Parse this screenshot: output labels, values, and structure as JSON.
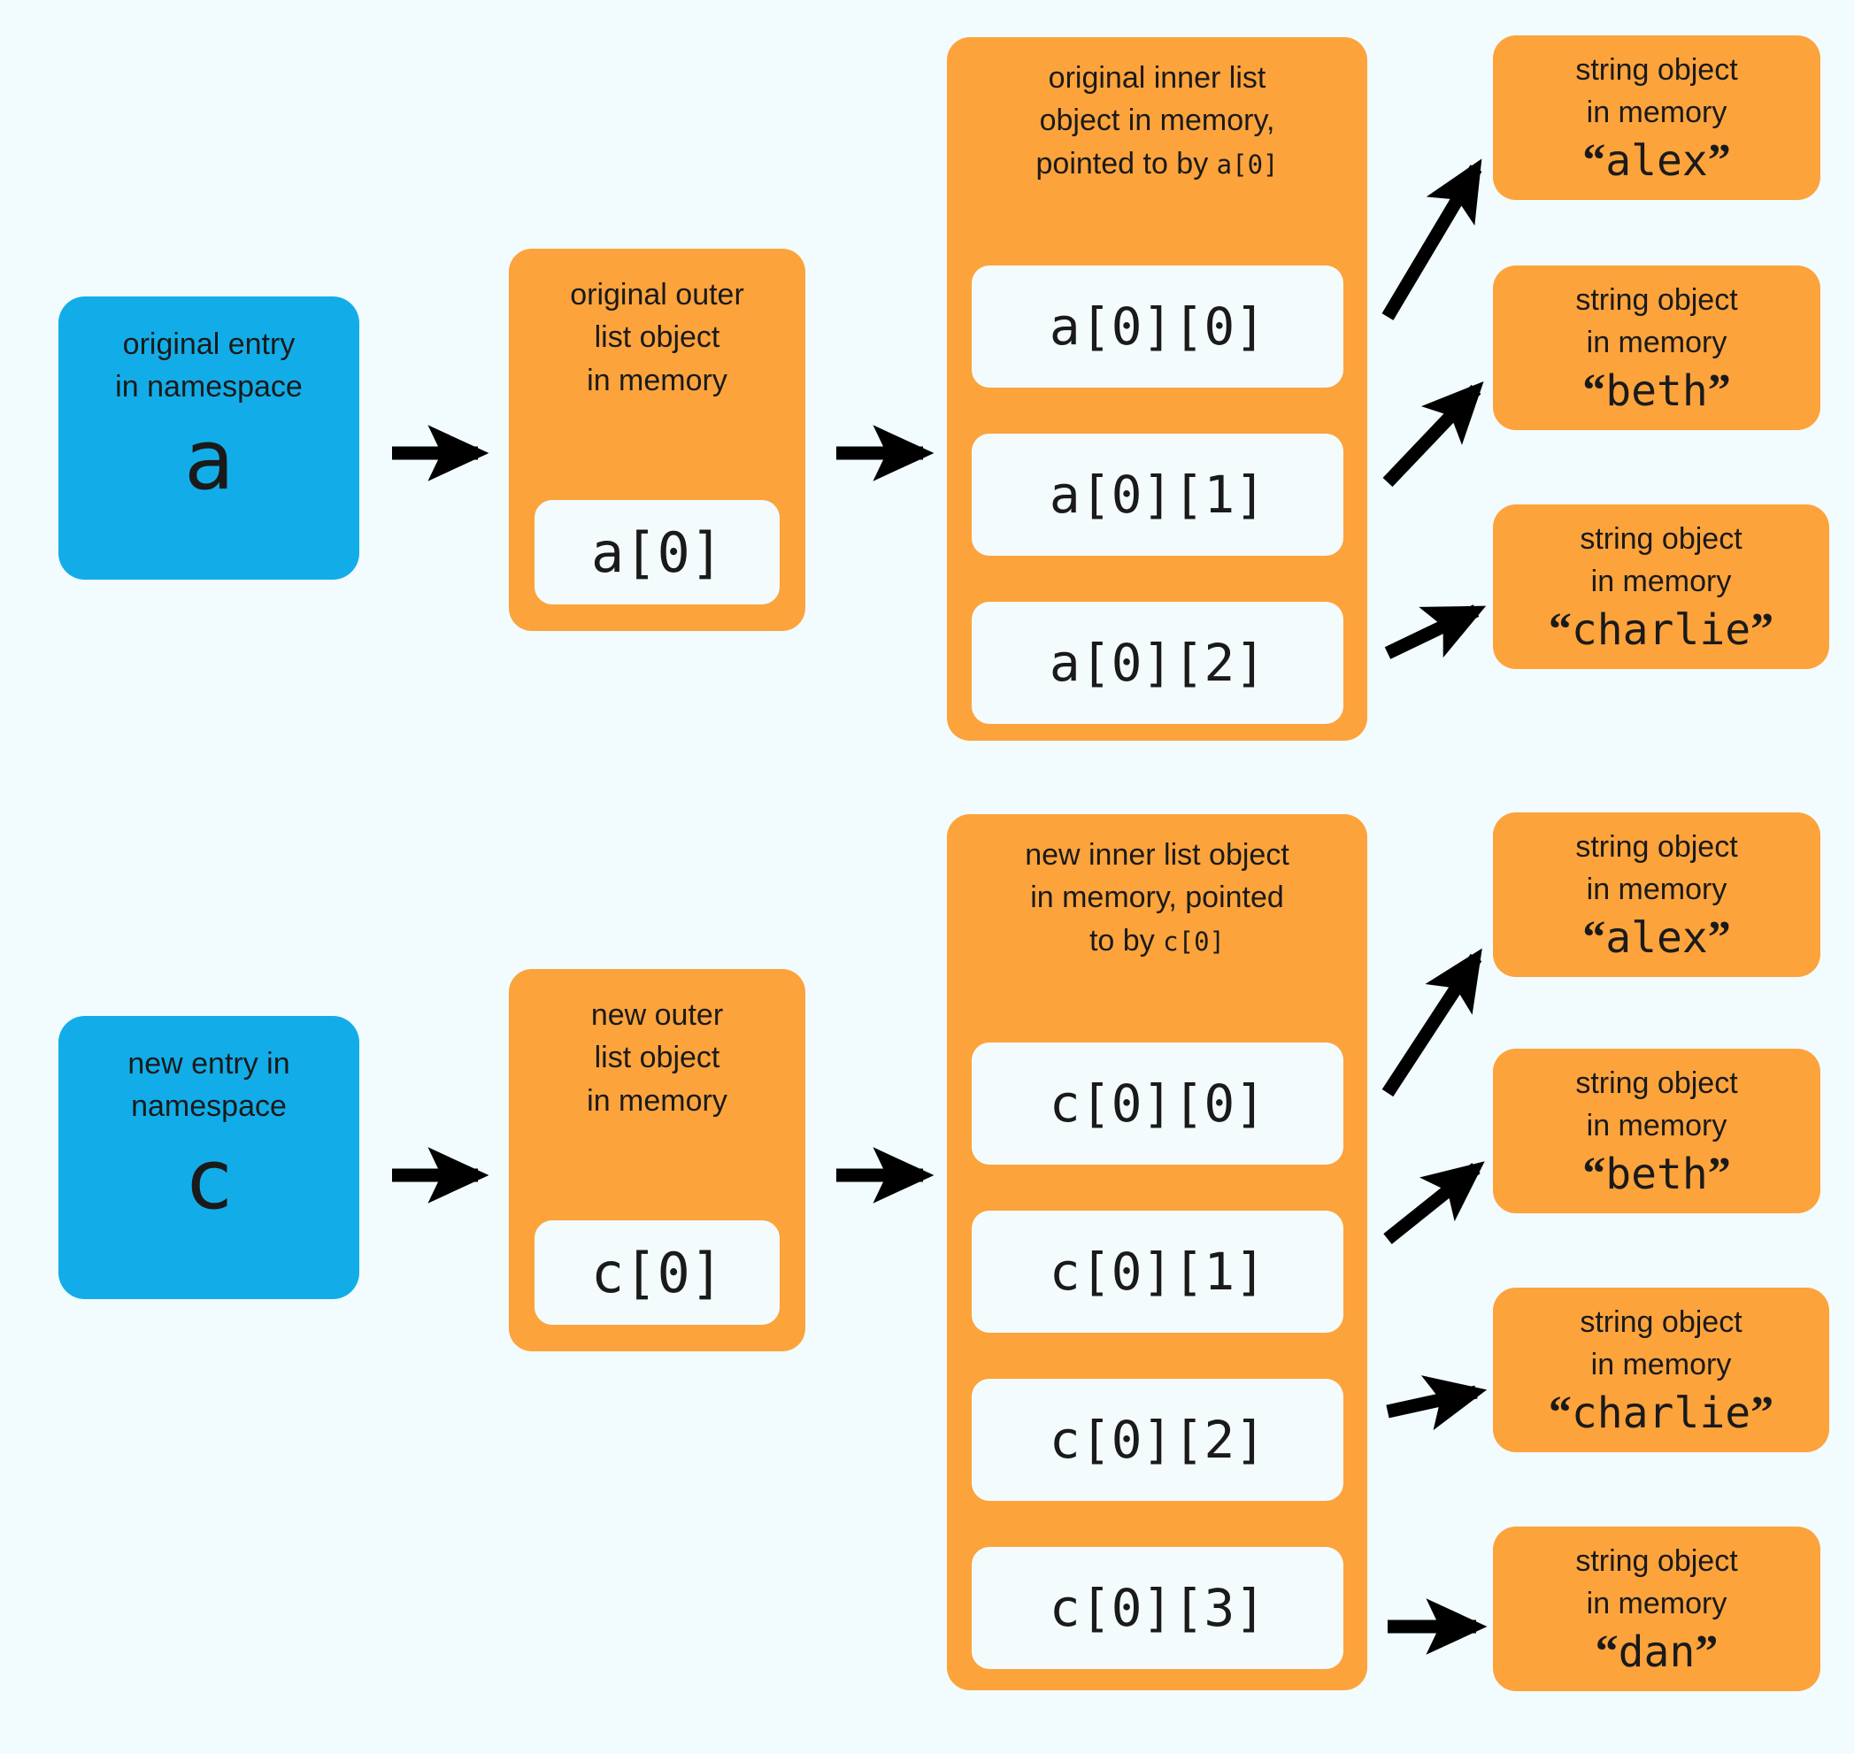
{
  "colors": {
    "background": "#f2fbfd",
    "namespace": "#12ade8",
    "object": "#fca33c",
    "cell": "#f4fbfd",
    "text": "#1a1a1a",
    "arrow": "#000000"
  },
  "groups": [
    {
      "id": "original",
      "namespace": {
        "caption": "original entry\nin namespace",
        "variable": "a"
      },
      "outer_list": {
        "caption": "original outer\nlist object\nin memory",
        "cells": [
          "a[0]"
        ]
      },
      "inner_list": {
        "caption_prefix": "original inner list\nobject in memory,\npointed to by ",
        "caption_code": "a[0]",
        "cells": [
          "a[0][0]",
          "a[0][1]",
          "a[0][2]"
        ]
      },
      "strings": [
        {
          "caption": "string object\nin memory",
          "value": "alex"
        },
        {
          "caption": "string object\nin memory",
          "value": "beth"
        },
        {
          "caption": "string object\nin memory",
          "value": "charlie"
        }
      ]
    },
    {
      "id": "new",
      "namespace": {
        "caption": "new entry in\nnamespace",
        "variable": "c"
      },
      "outer_list": {
        "caption": "new outer\nlist object\nin memory",
        "cells": [
          "c[0]"
        ]
      },
      "inner_list": {
        "caption_prefix": "new inner list object\nin memory, pointed\nto by ",
        "caption_code": "c[0]",
        "cells": [
          "c[0][0]",
          "c[0][1]",
          "c[0][2]",
          "c[0][3]"
        ]
      },
      "strings": [
        {
          "caption": "string object\nin memory",
          "value": "alex"
        },
        {
          "caption": "string object\nin memory",
          "value": "beth"
        },
        {
          "caption": "string object\nin memory",
          "value": "charlie"
        },
        {
          "caption": "string object\nin memory",
          "value": "dan"
        }
      ]
    }
  ],
  "arrows": [
    {
      "name": "arrow-a-to-outer"
    },
    {
      "name": "arrow-outer-to-inner-a"
    },
    {
      "name": "arrow-a00-to-alex"
    },
    {
      "name": "arrow-a01-to-beth"
    },
    {
      "name": "arrow-a02-to-charlie"
    },
    {
      "name": "arrow-c-to-outer"
    },
    {
      "name": "arrow-outer-to-inner-c"
    },
    {
      "name": "arrow-c00-to-alex"
    },
    {
      "name": "arrow-c01-to-beth"
    },
    {
      "name": "arrow-c02-to-charlie"
    },
    {
      "name": "arrow-c03-to-dan"
    }
  ]
}
